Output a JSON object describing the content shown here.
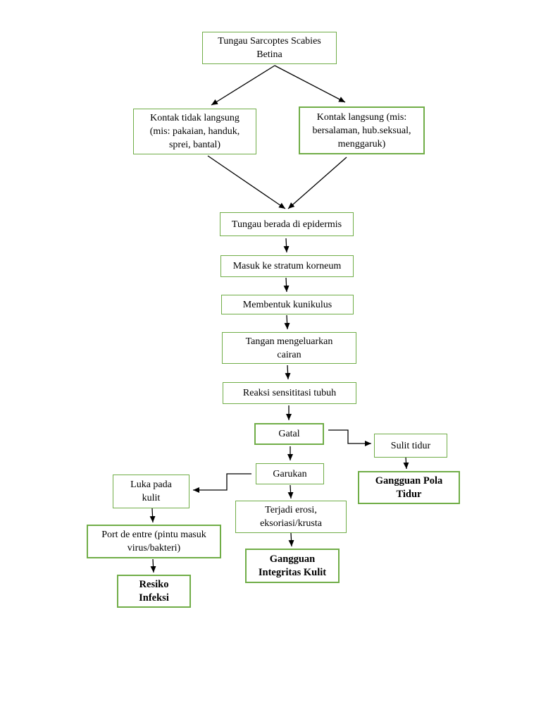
{
  "colors": {
    "box_border": "#70ad47",
    "arrow": "#000000",
    "background": "#ffffff"
  },
  "nodes": {
    "tungau": "Tungau Sarcoptes Scabies\nBetina",
    "kontak_tidak_langsung": "Kontak tidak langsung\n(mis: pakaian, handuk,\nsprei, bantal)",
    "kontak_langsung": "Kontak langsung (mis:\nbersalaman, hub.seksual,\nmenggaruk)",
    "epidermis": "Tungau berada di epidermis",
    "stratum": "Masuk ke stratum korneum",
    "kunikulus": "Membentuk kunikulus",
    "cairan": "Tangan mengeluarkan\ncairan",
    "reaksi": "Reaksi sensititasi tubuh",
    "gatal": "Gatal",
    "sulit_tidur": "Sulit tidur",
    "gangguan_pola_tidur": "Gangguan Pola\nTidur",
    "garukan": "Garukan",
    "luka": "Luka pada\nkulit",
    "erosi": "Terjadi erosi,\neksoriasi/krusta",
    "gangguan_integritas": "Gangguan\nIntegritas Kulit",
    "port_de_entre": "Port de entre (pintu masuk\nvirus/bakteri)",
    "resiko_infeksi": "Resiko\nInfeksi"
  }
}
